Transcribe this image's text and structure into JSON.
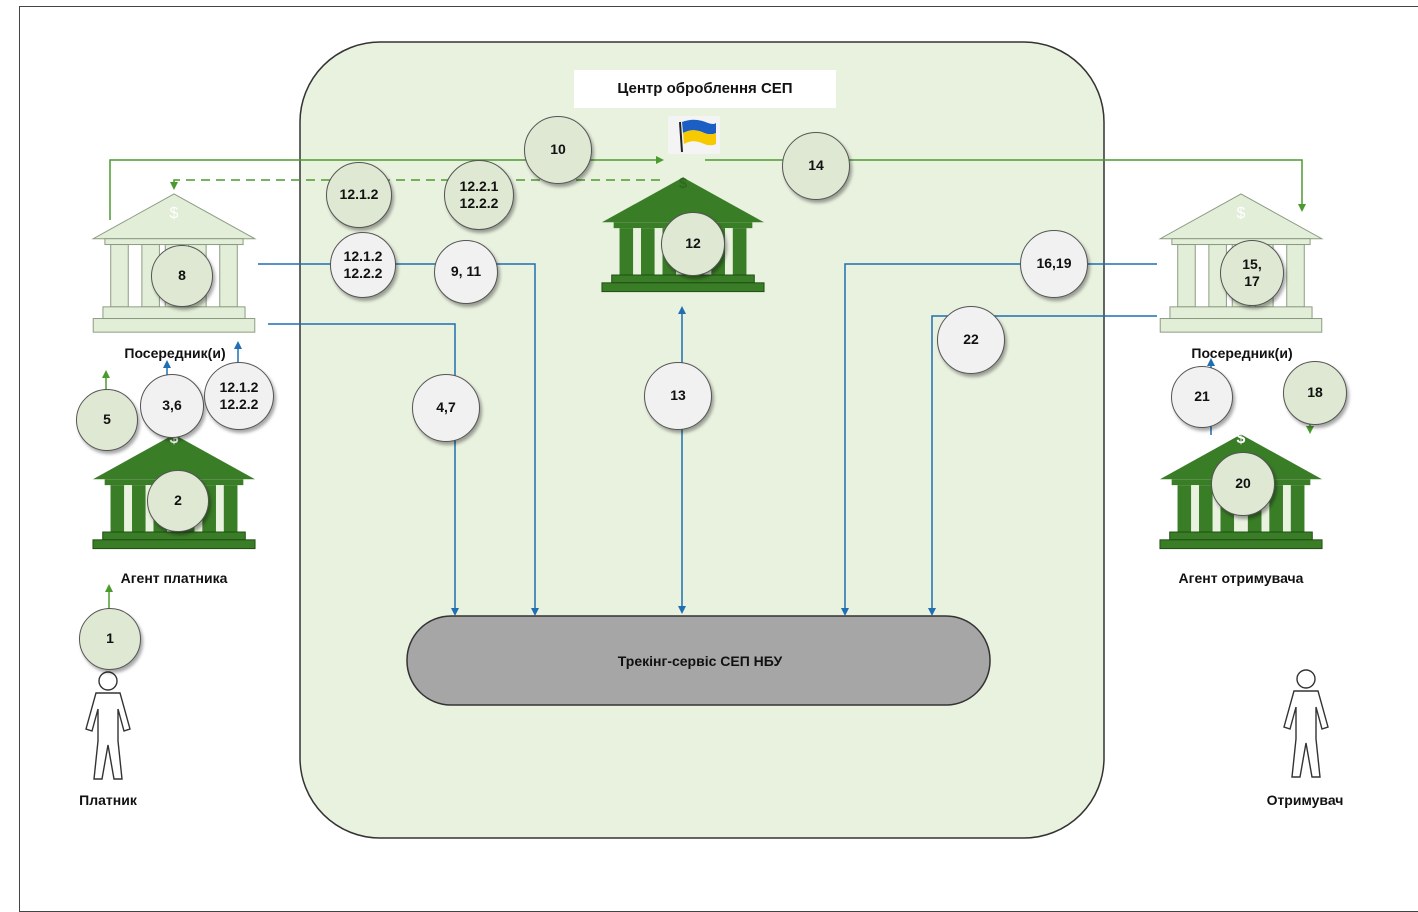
{
  "labels": {
    "center": "Центр оброблення СЕП",
    "tracking": "Трекінг-сервіс СЕП НБУ",
    "intermediary_left": "Посередник(и)",
    "intermediary_right": "Посередник(и)",
    "payer_agent": "Агент платника",
    "payee_agent": "Агент отримувача",
    "payer": "Платник",
    "payee": "Отримувач"
  },
  "badges": {
    "b1": "1",
    "b2": "2",
    "b36": "3,6",
    "b47": "4,7",
    "b5": "5",
    "b8": "8",
    "b911": "9, 11",
    "b10": "10",
    "b12": "12",
    "b1212_top": "12.1.2",
    "b1212_mid": "12.1.2\n12.2.2",
    "b1221": "12.2.1\n12.2.2",
    "b1212_low": "12.1.2\n12.2.2",
    "b13": "13",
    "b14": "14",
    "b1517": "15,\n17",
    "b1619": "16,19",
    "b18": "18",
    "b20": "20",
    "b21": "21",
    "b22": "22"
  },
  "icons": {
    "bank": "bank-icon",
    "person": "person-icon",
    "flag": "ukraine-flag-icon",
    "dollar": "dollar-sign"
  },
  "colors": {
    "panel_bg": "#e9f1df",
    "bank_dark": "#3a7d27",
    "bank_light": "#e2eed7",
    "flow_green": "#4a9a2e",
    "flow_blue": "#1f6fb2",
    "tracking_bg": "#a6a6a6"
  }
}
